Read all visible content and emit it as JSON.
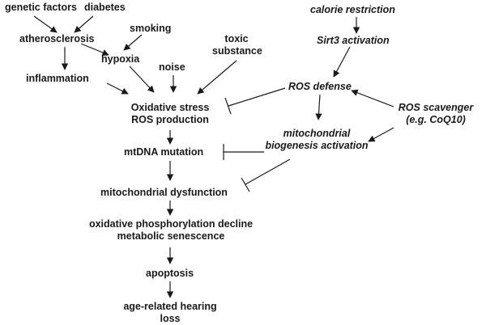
{
  "nodes": {
    "genetic_factors": "genetic  factors",
    "diabetes": "diabetes",
    "atherosclerosis": "atherosclerosis",
    "smoking": "smoking",
    "hypoxia": "hypoxia",
    "toxic_substance": [
      "toxic",
      "substance"
    ],
    "noise": "noise",
    "inflammation": "inflammation",
    "oxidative_stress": [
      "Oxidative stress",
      "ROS production"
    ],
    "mtdna_mutation": "mtDNA mutation",
    "mito_dysfunction": "mitochondrial dysfunction",
    "oxphos_decline": [
      "oxidative phosphorylation decline",
      "metabolic senescence"
    ],
    "apoptosis": "apoptosis",
    "arhl": [
      "age-related hearing",
      "loss"
    ],
    "calorie_restriction": "calorie restriction",
    "sirt3_activation": "Sirt3 activation",
    "ros_defense": "ROS defense",
    "ros_scavenger": [
      "ROS  scavenger",
      "(e.g. CoQ10)"
    ],
    "mito_biogenesis": [
      "mitochondrial",
      "biogenesis activation"
    ]
  },
  "colors": {
    "ink": "#1a1a1a",
    "background": "#ffffff"
  }
}
